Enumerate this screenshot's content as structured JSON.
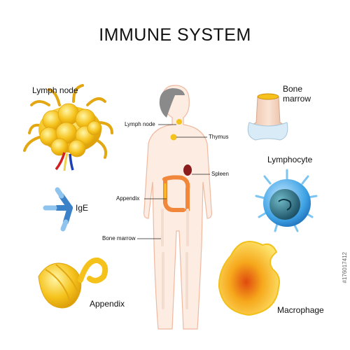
{
  "title": "IMMUNE SYSTEM",
  "labels": {
    "lymph_node": "Lymph node",
    "ige": "IgE",
    "appendix": "Appendix",
    "bone_marrow": "Bone marrow",
    "lymphocyte": "Lymphocyte",
    "macrophage": "Macrophage"
  },
  "body_labels": {
    "lymph_node": "Lymph node",
    "thymus": "Thymus",
    "spleen": "Spleen",
    "appendix": "Appendix",
    "bone_marrow": "Bone marrow"
  },
  "watermark": "#176017412",
  "colors": {
    "lymph_yellow": "#f5c21b",
    "skin": "#fbe3d4",
    "hair": "#8a8a8a",
    "intestine": "#f0873a",
    "spleen": "#8b1d1d",
    "bone": "#f3ddd0",
    "lymphocyte": "#3fa3e4",
    "macrophage": "#f6a81c",
    "ige": "#3b82c8"
  }
}
